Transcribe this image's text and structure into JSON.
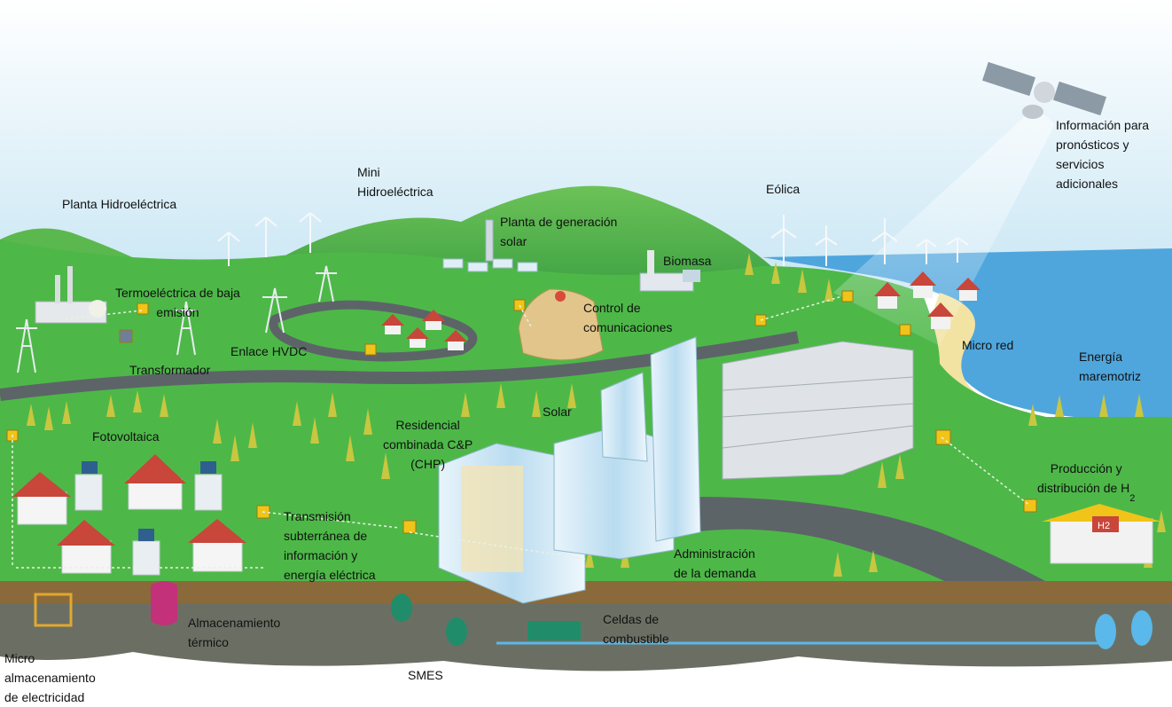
{
  "labels": {
    "planta_hidro": "Planta Hidroeléctrica",
    "mini_hidro": "Mini\nHidroeléctrica",
    "planta_solar": "Planta de generación\nsolar",
    "eolica": "Eólica",
    "info_pronosticos": "Información para\npronósticos y\nservicios\nadicionales",
    "biomasa": "Biomasa",
    "termoelectrica": "Termoeléctrica de baja\nemisión",
    "control_comunicaciones": "Control de\ncomunicaciones",
    "enlace_hvdc": "Enlace HVDC",
    "transformador": "Transformador",
    "micro_red": "Micro red",
    "energia_maremotriz": "Energía\nmaremotriz",
    "solar": "Solar",
    "residencial_chp": "Residencial\ncombinada C&P\n(CHP)",
    "fotovoltaica": "Fotovoltaica",
    "produccion_h2": "Producción y\ndistribución de H",
    "produccion_h2_sub": "2",
    "transmision_subterranea": "Transmisión\nsubterránea de\ninformación y\nenergía eléctrica",
    "administracion_demanda": "Administración\nde la demanda",
    "almacenamiento_termico": "Almacenamiento\ntérmico",
    "celdas_combustible": "Celdas de\ncombustible",
    "micro_almacenamiento": "Micro\nalmacenamiento\nde electricidad",
    "smes": "SMES",
    "h2_sign": "H2"
  },
  "colors": {
    "sky_top": "#ffffff",
    "sky_bottom": "#c8e6f4",
    "grass": "#4db848",
    "grass_dark": "#2e8f32",
    "sea": "#4fa6dd",
    "road": "#5d6468",
    "ground": "#6b6f63",
    "soil": "#8a6a3a",
    "roof": "#c8463a",
    "node": "#f0c419",
    "tree": "#c9c640"
  },
  "icons": [
    "satellite-icon",
    "wind-turbine-icon",
    "house-icon",
    "building-icon",
    "pylon-icon",
    "storage-tank-icon",
    "communication-node-icon"
  ]
}
